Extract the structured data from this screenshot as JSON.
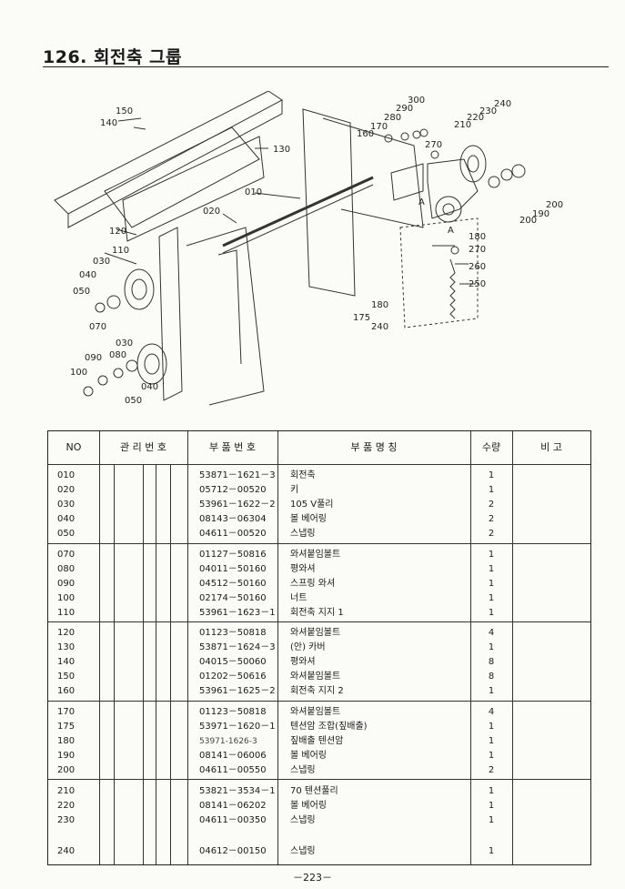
{
  "title": "126. 회전축 그룹",
  "diagram": {
    "callouts": [
      "150",
      "140",
      "130",
      "120",
      "110",
      "030",
      "040",
      "050",
      "070",
      "090",
      "080",
      "100",
      "030",
      "040",
      "050",
      "010",
      "020",
      "160",
      "170",
      "280",
      "290",
      "300",
      "270",
      "210",
      "220",
      "230",
      "240",
      "180",
      "270",
      "260",
      "250",
      "200",
      "190",
      "200",
      "A",
      "A",
      "175",
      "180",
      "240"
    ]
  },
  "table": {
    "headers": {
      "no": "NO",
      "mgmt": "관 리 번 호",
      "part_no": "부 품 번 호",
      "part_name": "부    품    명    칭",
      "qty": "수량",
      "remarks": "비 고"
    },
    "groups": [
      {
        "rows": [
          {
            "no": "010",
            "part_no": "53871－1621－3",
            "name": "회전축",
            "qty": "1"
          },
          {
            "no": "020",
            "part_no": "05712－00520",
            "name": "키",
            "qty": "1"
          },
          {
            "no": "030",
            "part_no": "53961－1622－2",
            "name": "105 V풀리",
            "qty": "2"
          },
          {
            "no": "040",
            "part_no": "08143－06304",
            "name": "볼 베어링",
            "qty": "2"
          },
          {
            "no": "050",
            "part_no": "04611－00520",
            "name": "스냅링",
            "qty": "2"
          }
        ]
      },
      {
        "rows": [
          {
            "no": "070",
            "part_no": "01127－50816",
            "name": "와셔붙임볼트",
            "qty": "1"
          },
          {
            "no": "080",
            "part_no": "04011－50160",
            "name": "평와셔",
            "qty": "1"
          },
          {
            "no": "090",
            "part_no": "04512－50160",
            "name": "스프링 와셔",
            "qty": "1"
          },
          {
            "no": "100",
            "part_no": "02174－50160",
            "name": "너트",
            "qty": "1"
          },
          {
            "no": "110",
            "part_no": "53961－1623－1",
            "name": "회전축 지지 1",
            "qty": "1"
          }
        ]
      },
      {
        "rows": [
          {
            "no": "120",
            "part_no": "01123－50818",
            "name": "와셔붙임볼트",
            "qty": "4"
          },
          {
            "no": "130",
            "part_no": "53871－1624－3",
            "name": "(안) 카버",
            "qty": "1"
          },
          {
            "no": "140",
            "part_no": "04015－50060",
            "name": "평와셔",
            "qty": "8"
          },
          {
            "no": "150",
            "part_no": "01202－50616",
            "name": "와셔붙임볼트",
            "qty": "8"
          },
          {
            "no": "160",
            "part_no": "53961－1625－2",
            "name": "회전축 지지 2",
            "qty": "1"
          }
        ]
      },
      {
        "rows": [
          {
            "no": "170",
            "part_no": "01123－50818",
            "name": "와셔붙임볼트",
            "qty": "4"
          },
          {
            "no": "175",
            "part_no": "53971－1620－1",
            "name": "텐션암 조합(짚배출)",
            "qty": "1"
          },
          {
            "no": "180",
            "part_no": "53971-1626-3",
            "name": "짚배출 텐션암",
            "qty": "1"
          },
          {
            "no": "190",
            "part_no": "08141－06006",
            "name": "볼 베어링",
            "qty": "1"
          },
          {
            "no": "200",
            "part_no": "04611－00550",
            "name": "스냅링",
            "qty": "2"
          }
        ]
      },
      {
        "rows": [
          {
            "no": "210",
            "part_no": "53821－3534－1",
            "name": "70 텐션풀리",
            "qty": "1"
          },
          {
            "no": "220",
            "part_no": "08141－06202",
            "name": "볼 베어링",
            "qty": "1"
          },
          {
            "no": "230",
            "part_no": "04611－00350",
            "name": "스냅링",
            "qty": "1"
          },
          {
            "no": "240",
            "part_no": "04612－00150",
            "name": "스냅링",
            "qty": "1"
          }
        ]
      }
    ]
  },
  "page_number": "－223－"
}
